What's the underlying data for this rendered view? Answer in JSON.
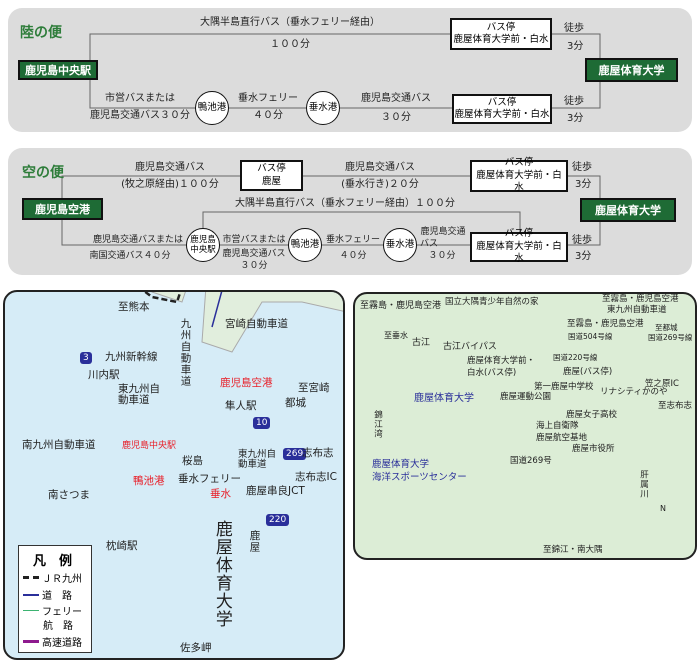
{
  "land": {
    "title": "陸の便",
    "origin": "鹿児島中央駅",
    "destination": "鹿屋体育大学",
    "top_route": "大隅半島直行バス（垂水フェリー経由）",
    "top_time": "１００分",
    "bus_stop_label": "バス停",
    "bus_stop_name": "鹿屋体育大学前・白水",
    "walk": "徒歩",
    "walk_time": "3分",
    "seg1_a": "市営バスまたは",
    "seg1_b": "鹿児島交通バス３０分",
    "port1": "鴨池港",
    "ferry": "垂水フェリー",
    "ferry_time": "４０分",
    "port2": "垂水港",
    "seg3": "鹿児島交通バス",
    "seg3_time": "３０分"
  },
  "air": {
    "title": "空の便",
    "origin": "鹿児島空港",
    "destination": "鹿屋体育大学",
    "seg_a1": "鹿児島交通バス",
    "seg_a2": "(牧之原経由)１００分",
    "stop_kanoya_label": "バス停",
    "stop_kanoya": "鹿屋",
    "seg_b1": "鹿児島交通バス",
    "seg_b2": "(垂水行き)２０分",
    "bus_stop_label": "バス停",
    "bus_stop_name": "鹿屋体育大学前・白水",
    "walk": "徒歩",
    "walk_time": "3分",
    "mid_route": "大隅半島直行バス（垂水フェリー経由）１００分",
    "seg_c1": "鹿児島交通バスまたは",
    "seg_c2": "南国交通バス４０分",
    "station": "鹿児島中央駅",
    "seg_d1": "市営バスまたは",
    "seg_d2": "鹿児島交通バス",
    "seg_d3": "３０分",
    "port1": "鴨池港",
    "ferry": "垂水フェリー",
    "ferry_time": "４０分",
    "port2": "垂水港",
    "seg_e1": "鹿児島交通",
    "seg_e2": "バス",
    "seg_e3": "３０分"
  },
  "region_map": {
    "labels": {
      "kumamoto": "至熊本",
      "shinkansen": "九州新幹線",
      "sendai": "川内駅",
      "miyazaki_exp": "宮崎自動車道",
      "kyushu_exp": "九州自動車道",
      "airport": "鹿児島空港",
      "higashi_exp1": "東九州自動車道",
      "hayato": "隼人駅",
      "to_miyazaki": "至宮崎",
      "miyakonojo": "都城",
      "minami_exp": "南九州自動車道",
      "chuo": "鹿児島中央駅",
      "shibushi": "志布志",
      "sakurajima": "桜島",
      "higashi_exp2": "東九州自動車道",
      "shibushi_ic": "志布志IC",
      "kamoike": "鴨池港",
      "tarumizu_ferry": "垂水フェリー",
      "minamisatsuma": "南さつま",
      "tarumizu": "垂水",
      "kushira_jct": "鹿屋串良JCT",
      "nifs": "鹿屋体育大学",
      "kanoya": "鹿屋",
      "makurazaki": "枕崎駅",
      "satamisaki": "佐多岬"
    },
    "route_shields": [
      "3",
      "10",
      "269",
      "220"
    ],
    "legend": {
      "title": "凡　例",
      "jr": "ＪＲ九州",
      "road": "道　路",
      "ferry1": "フェリー",
      "ferry2": "航　路",
      "expressway": "高速道路"
    },
    "colors": {
      "jr": "#222222",
      "road": "#2a2f9a",
      "ferry": "#3cb371",
      "expressway": "#8e1a8e",
      "sea": "#d6ecf7",
      "land": "#e1eedd",
      "highlight": "#e8202a",
      "campus": "#ee6a3a"
    }
  },
  "local_map": {
    "labels": {
      "to_kirishima1": "至霧島・鹿児島空港",
      "youth_house": "国立大隅青少年自然の家",
      "to_tarumizu": "至垂水",
      "furue": "古江",
      "furue_bypass": "古江バイパス",
      "bus_stop1": "鹿屋体育大学前・",
      "bus_stop2": "白水(バス停)",
      "nifs": "鹿屋体育大学",
      "sports_park": "鹿屋運動公園",
      "junior_high": "第一鹿屋中学校",
      "route220": "国道220号線",
      "kanoya_bus": "鹿屋(バス停)",
      "kasanohara": "笠之原IC",
      "linacity": "リナシティかのや",
      "to_shibushi": "至志布志",
      "girls_high": "鹿屋女子高校",
      "jmsdf1": "海上自衛隊",
      "jmsdf2": "鹿屋航空基地",
      "city_hall": "鹿屋市役所",
      "route269": "国道269号",
      "bay": "錦江湾",
      "marine1": "鹿屋体育大学",
      "marine2": "海洋スポーツセンター",
      "river": "肝属川",
      "to_kirishima2": "至霧島・鹿児島空港",
      "higashi_exp": "東九州自動車道",
      "to_kirishima3": "至霧島・鹿児島空港",
      "route504": "国道504号線",
      "to_miyakonojo": "至都城",
      "route269b": "国道269号線",
      "north": "N",
      "to_kinko": "至錦江・南大隅"
    },
    "colors": {
      "road": "#8fd19a",
      "river": "#6cc3ee",
      "land": "#dcedd6",
      "sea": "#e6f4fb",
      "campus": "#ee5a2f",
      "label_blue": "#2a2f9a"
    }
  }
}
